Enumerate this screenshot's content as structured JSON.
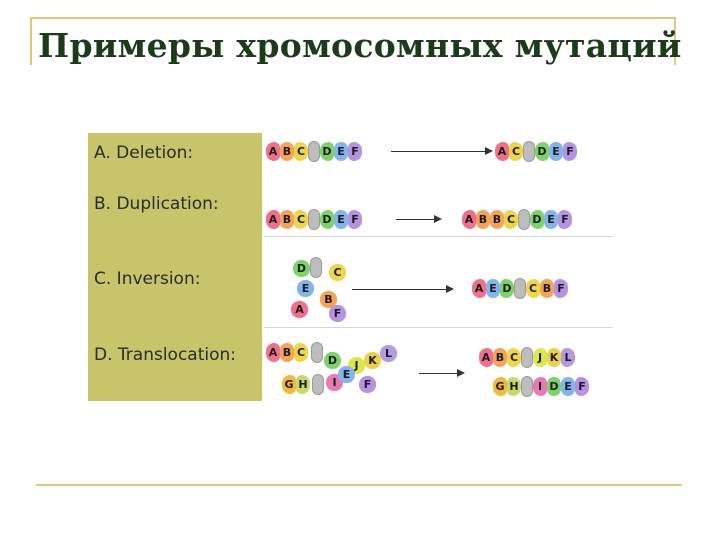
{
  "title": "Примеры хромосомных мутаций",
  "rows": [
    {
      "label": "A. Deletion:"
    },
    {
      "label": "B. Duplication:"
    },
    {
      "label": "C. Inversion:"
    },
    {
      "label": "D. Translocation:"
    }
  ],
  "gene_letters": {
    "deletion_before": [
      "A",
      "B",
      "C",
      "D",
      "E",
      "F"
    ],
    "deletion_after": [
      "A",
      "C",
      "D",
      "E",
      "F"
    ],
    "duplication_before": [
      "A",
      "B",
      "C",
      "D",
      "E",
      "F"
    ],
    "duplication_after": [
      "A",
      "B",
      "B",
      "C",
      "D",
      "E",
      "F"
    ],
    "inversion_loop": [
      "D",
      "C",
      "E",
      "B",
      "A",
      "F"
    ],
    "inversion_after": [
      "A",
      "E",
      "D",
      "C",
      "B",
      "F"
    ],
    "translocation_before_1": [
      "A",
      "B",
      "C",
      "D",
      "J",
      "K",
      "L"
    ],
    "translocation_before_2": [
      "G",
      "H",
      "I",
      "E",
      "F"
    ],
    "translocation_after_1": [
      "A",
      "B",
      "C",
      "J",
      "K",
      "L"
    ],
    "translocation_after_2": [
      "G",
      "H",
      "I",
      "D",
      "E",
      "F"
    ]
  },
  "colors": {
    "frame": "#e2c67a",
    "title": "#1c3b1a",
    "label_column": "#c8c46a",
    "gene_A": "#f0708c",
    "gene_B": "#f6a35a",
    "gene_C": "#eed64a",
    "gene_D": "#7dd36a",
    "gene_E": "#83b4ec",
    "gene_F": "#b692e2",
    "gene_G": "#f3b93c",
    "gene_H": "#c8d86a",
    "gene_I": "#e879b3",
    "gene_J": "#d9e84a",
    "gene_K": "#ecd24a",
    "gene_L": "#b49be0"
  }
}
